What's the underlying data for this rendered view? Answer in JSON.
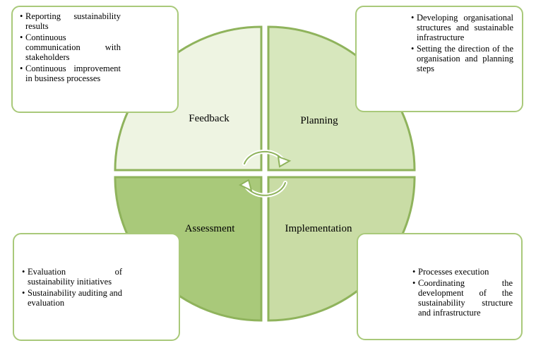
{
  "colors": {
    "feedback_fill": "#eef4e2",
    "planning_fill": "#d7e7bd",
    "assessment_fill": "#a9c97a",
    "implementation_fill": "#c9dca5",
    "stroke": "#8fb35c",
    "box_border": "#a9c97a"
  },
  "quadrants": {
    "feedback": {
      "label": "Feedback"
    },
    "planning": {
      "label": "Planning"
    },
    "assessment": {
      "label": "Assessment"
    },
    "implementation": {
      "label": "Implementation"
    }
  },
  "boxes": {
    "feedback": {
      "items": [
        "Reporting sustainability results",
        "Continuous communication with stakeholders",
        "Continuous improvement in business processes"
      ]
    },
    "planning": {
      "items": [
        "Developing organisational structures and sustainable infrastructure",
        "Setting the direction of the organisation and planning steps"
      ]
    },
    "assessment": {
      "items": [
        "Evaluation of sustainability initiatives",
        "Sustainability auditing and evaluation"
      ]
    },
    "implementation": {
      "items": [
        "Processes execution",
        "Coordinating the development of the sustainability structure and infrastructure"
      ]
    }
  },
  "cycle_icon": "circular-arrows-icon"
}
